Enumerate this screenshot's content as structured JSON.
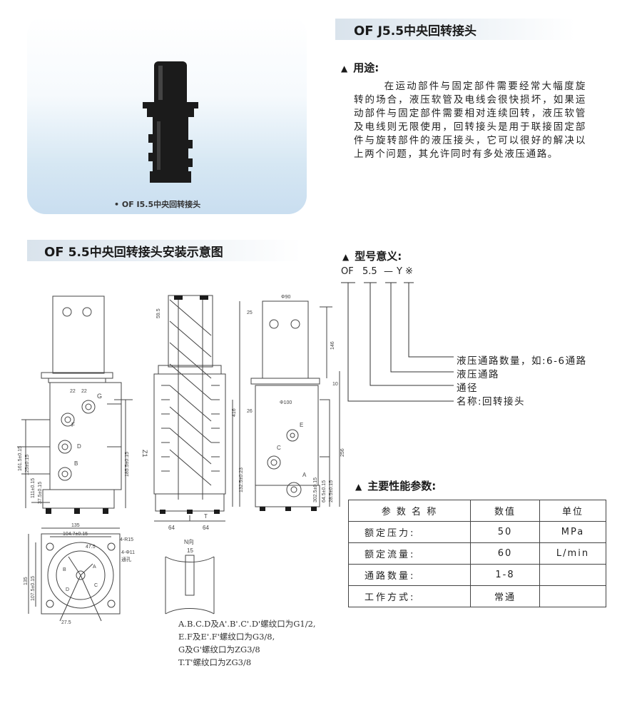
{
  "product": {
    "title_prefix": "OF",
    "title": "J5.5中央回转接头",
    "photo_caption": "• OF  I5.5中央回转接头"
  },
  "install": {
    "title_prefix": "OF",
    "title": "5.5中央回转接头安装示意图"
  },
  "usage": {
    "heading": "用途:",
    "text": "在运动部件与固定部件需要经常大幅度旋转的场合，液压软管及电线会很快损坏，如果运动部件与固定部件需要相对连续回转，液压软管及电线则无限使用，回转接头是用于联接固定部件与旋转部件的液压接头，它可以很好的解决以上两个问题，其允许同时有多处液压通路。"
  },
  "model": {
    "heading": "型号意义:",
    "code_parts": [
      "OF",
      "5.5",
      "—",
      "Y",
      "※"
    ],
    "legend": [
      "液压通路数量，如:6-6通路",
      "液压通路",
      "通径",
      "名称:回转接头"
    ]
  },
  "params": {
    "heading": "主要性能参数:",
    "headers": [
      "参 数 名 称",
      "数值",
      "单位"
    ],
    "rows": [
      [
        "额定压力:",
        "50",
        "MPa"
      ],
      [
        "额定流量:",
        "60",
        "L/min"
      ],
      [
        "通路数量:",
        "1-8",
        ""
      ],
      [
        "工作方式:",
        "常通",
        ""
      ]
    ]
  },
  "drawing": {
    "dims": [
      "22",
      "22",
      "G",
      "F",
      "D",
      "B",
      "161.5±0.15",
      "125±0.15",
      "111±0.15",
      "37.5±0.15",
      "185.5±0.15",
      "Z1",
      "135",
      "104.7±0.15",
      "47.5",
      "4-R15",
      "4-Φ11",
      "通孔",
      "A",
      "B",
      "C",
      "D",
      "27.5",
      "64",
      "64",
      "T",
      "59.5",
      "N向",
      "15",
      "Φ90",
      "Φ100",
      "25",
      "416",
      "146",
      "26",
      "E",
      "C",
      "A",
      "132.5±0.23",
      "302.5±0.15",
      "64.5±0.15",
      "28.5±0.15",
      "256",
      "10",
      "107.5±0.15",
      "135"
    ],
    "notes": [
      "A.B.C.D及A'.B'.C'.D'螺纹口为G1/2,",
      "E.F及E'.F'螺纹口为G3/8,",
      "G及G'螺纹口为ZG3/8",
      "T.T'螺纹口为ZG3/8"
    ]
  }
}
